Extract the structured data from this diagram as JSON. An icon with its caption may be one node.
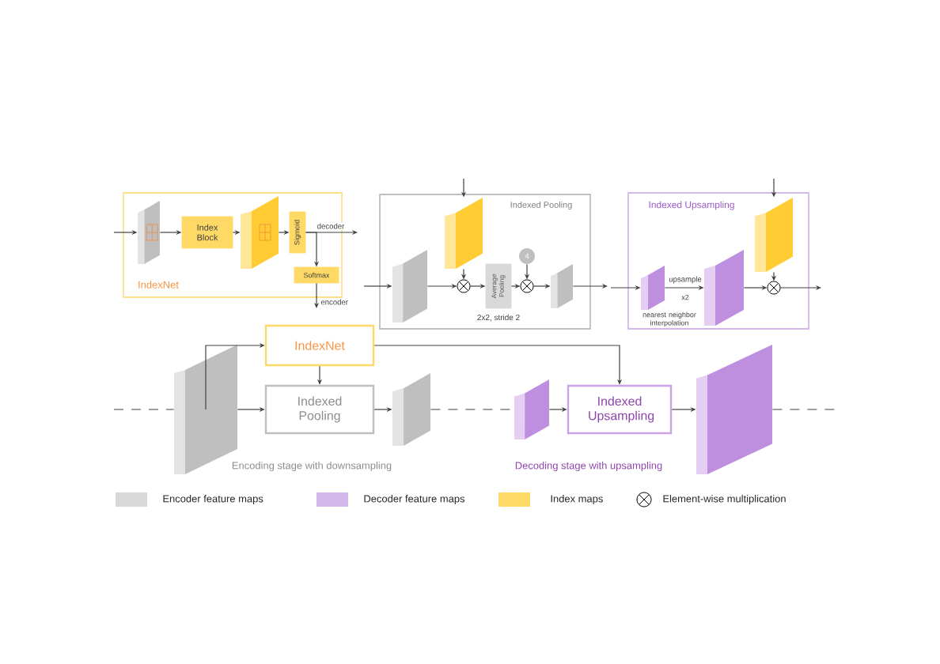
{
  "diagram": {
    "nodes": [
      {
        "text": [
          "IndexNet"
        ]
      },
      {
        "text": [],
        "shape": "box",
        "in": 0
      },
      {
        "text": [
          "Index Block"
        ],
        "in": 0
      },
      {
        "text": [],
        "shape": "box",
        "in": 0
      },
      {
        "text": [
          "Sigmoid"
        ],
        "in": 0
      },
      {
        "text": [
          "Softmax"
        ],
        "in": 0
      },
      {
        "text": [
          "Indexed Pooling"
        ]
      },
      {
        "text": [],
        "shape": "box",
        "in": 6
      },
      {
        "text": [],
        "shape": "box",
        "in": 6
      },
      {
        "text": [],
        "shape": "circle",
        "in": 6
      },
      {
        "text": [
          "Average Pooling"
        ],
        "in": 6
      },
      {
        "text": [
          "4"
        ],
        "in": 6
      },
      {
        "text": [],
        "shape": "circle",
        "in": 6
      },
      {
        "text": [],
        "shape": "box",
        "in": 6
      },
      {
        "text": [
          "Indexed Upsampling"
        ]
      },
      {
        "text": [],
        "shape": "box",
        "in": 14
      },
      {
        "text": [],
        "shape": "box",
        "in": 14
      },
      {
        "text": [],
        "shape": "box",
        "in": 14
      },
      {
        "text": [],
        "shape": "circle",
        "in": 14
      },
      {
        "text": [],
        "shape": "box"
      },
      {
        "text": [
          "IndexNet"
        ]
      },
      {
        "text": [
          "Indexed Pooling"
        ]
      },
      {
        "text": [],
        "shape": "box"
      },
      {
        "text": [],
        "shape": "box"
      },
      {
        "text": [
          "Indexed Upsampling"
        ]
      },
      {
        "text": [],
        "shape": "box"
      }
    ],
    "edges": [
      {
        "from": null,
        "to": 1,
        "arrow": "to"
      },
      {
        "from": 1,
        "to": 2,
        "arrow": "to"
      },
      {
        "from": 2,
        "to": 3,
        "arrow": "to"
      },
      {
        "from": 3,
        "to": 4,
        "arrow": "to"
      },
      {
        "from": 4,
        "to": null,
        "arrow": "to",
        "label": "decoder"
      },
      {
        "from": 4,
        "to": 5,
        "arrow": "to"
      },
      {
        "from": 5,
        "to": null,
        "arrow": "to",
        "label": "encoder"
      },
      {
        "from": null,
        "to": 7,
        "arrow": "to"
      },
      {
        "from": 7,
        "to": 9,
        "arrow": "to"
      },
      {
        "from": null,
        "to": 8,
        "arrow": "to"
      },
      {
        "from": 8,
        "to": 9,
        "arrow": "to"
      },
      {
        "from": 9,
        "to": 10,
        "arrow": "to"
      },
      {
        "from": 10,
        "to": 12,
        "arrow": "to"
      },
      {
        "from": 11,
        "to": 12,
        "arrow": "to"
      },
      {
        "from": 12,
        "to": 13,
        "arrow": "to"
      },
      {
        "from": 13,
        "to": null,
        "arrow": "to"
      },
      {
        "from": null,
        "to": 15,
        "arrow": "to"
      },
      {
        "from": 15,
        "to": 16,
        "arrow": "to",
        "label": "upsample"
      },
      {
        "from": 16,
        "to": 18,
        "arrow": "to"
      },
      {
        "from": null,
        "to": 17,
        "arrow": "to"
      },
      {
        "from": 17,
        "to": 18,
        "arrow": "to"
      },
      {
        "from": 18,
        "to": null,
        "arrow": "to"
      },
      {
        "from": null,
        "to": 19,
        "arrow": "none",
        "style": "dashed"
      },
      {
        "from": 19,
        "to": 20,
        "arrow": "to"
      },
      {
        "from": 19,
        "to": 21,
        "arrow": "to"
      },
      {
        "from": 20,
        "to": 21,
        "arrow": "to"
      },
      {
        "from": 21,
        "to": 22,
        "arrow": "to"
      },
      {
        "from": 22,
        "to": 23,
        "arrow": "none",
        "style": "dashed"
      },
      {
        "from": 23,
        "to": 24,
        "arrow": "to"
      },
      {
        "from": 20,
        "to": 24,
        "arrow": "to"
      },
      {
        "from": 24,
        "to": 25,
        "arrow": "to"
      },
      {
        "from": 25,
        "to": null,
        "arrow": "none",
        "style": "dashed"
      }
    ],
    "labels": [
      "2x2, stride 2",
      "x2",
      "nearest neighbor interpolation",
      "Encoding stage with downsampling",
      "Decoding stage with upsampling"
    ],
    "legend": [
      {
        "text": "Encoder feature maps",
        "color": "#d9d9d9"
      },
      {
        "text": "Decoder feature maps",
        "color": "#d5b8ea"
      },
      {
        "text": "Index maps",
        "color": "#ffd966"
      },
      {
        "text": "Element-wise multiplication"
      }
    ]
  }
}
